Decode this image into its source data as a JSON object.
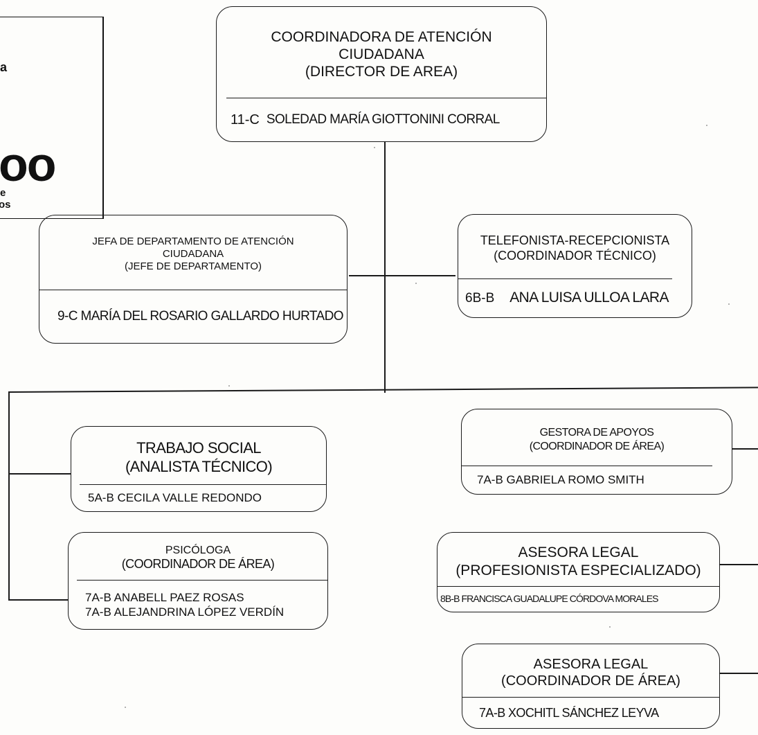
{
  "corner": {
    "line1": "a",
    "big": "oo",
    "line2": "e",
    "line3": "os"
  },
  "director": {
    "title_lines": [
      "COORDINADORA DE ATENCIÓN",
      "CIUDADANA",
      "(DIRECTOR DE AREA)"
    ],
    "code": "11-C",
    "name": "SOLEDAD MARÍA GIOTTONINI CORRAL"
  },
  "jefa": {
    "title_lines": [
      "JEFA DE DEPARTAMENTO DE ATENCIÓN",
      "CIUDADANA",
      "(JEFE DE DEPARTAMENTO)"
    ],
    "person": "9-C MARÍA DEL ROSARIO GALLARDO HURTADO"
  },
  "telefonista": {
    "title_lines": [
      "TELEFONISTA-RECEPCIONISTA",
      "(COORDINADOR TÉCNICO)"
    ],
    "code": "6B-B",
    "name": "ANA LUISA ULLOA LARA"
  },
  "trabajo_social": {
    "title_lines": [
      "TRABAJO SOCIAL",
      "(ANALISTA TÉCNICO)"
    ],
    "person": "5A-B CECILA VALLE REDONDO"
  },
  "psicologa": {
    "title_lines": [
      "PSICÓLOGA",
      "(COORDINADOR DE ÁREA)"
    ],
    "persons": [
      "7A-B ANABELL PAEZ ROSAS",
      "7A-B ALEJANDRINA LÓPEZ VERDÍN"
    ]
  },
  "gestora": {
    "title_lines": [
      "GESTORA DE APOYOS",
      "(COORDINADOR DE ÁREA)"
    ],
    "person": "7A-B GABRIELA ROMO SMITH"
  },
  "asesora1": {
    "title_lines": [
      "ASESORA LEGAL",
      "(PROFESIONISTA ESPECIALIZADO)"
    ],
    "person": "8B-B FRANCISCA GUADALUPE CÓRDOVA MORALES"
  },
  "asesora2": {
    "title_lines": [
      "ASESORA LEGAL",
      "(COORDINADOR DE ÁREA)"
    ],
    "person": "7A-B XOCHITL SÁNCHEZ LEYVA"
  }
}
